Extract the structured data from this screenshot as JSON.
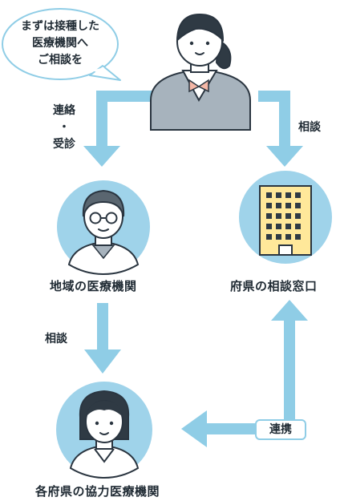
{
  "bubble": {
    "line1": "まずは接種した",
    "line2": "医療機関へ",
    "line3": "ご相談を"
  },
  "nodes": {
    "patient": {
      "icon": "patient-avatar-icon"
    },
    "local_medical": {
      "label": "地域の医療機関",
      "icon": "doctor-avatar-icon"
    },
    "prefectural_consult": {
      "label": "府県の相談窓口",
      "icon": "office-building-icon"
    },
    "cooperating_medical": {
      "label": "各府県の協力医療機関",
      "icon": "nurse-avatar-icon"
    }
  },
  "edges": {
    "patient_to_local": {
      "line1": "連絡",
      "line2": "・",
      "line3": "受診"
    },
    "patient_to_consult": {
      "label": "相談"
    },
    "local_to_cooperating": {
      "label": "相談"
    },
    "consult_to_cooperating": {
      "label": "連携"
    }
  },
  "colors": {
    "arrow": "#8fcde6",
    "circle": "#9fd3ea",
    "suit": "#a7b3bd",
    "building": "#ffe89a",
    "outline": "#2a3540"
  }
}
